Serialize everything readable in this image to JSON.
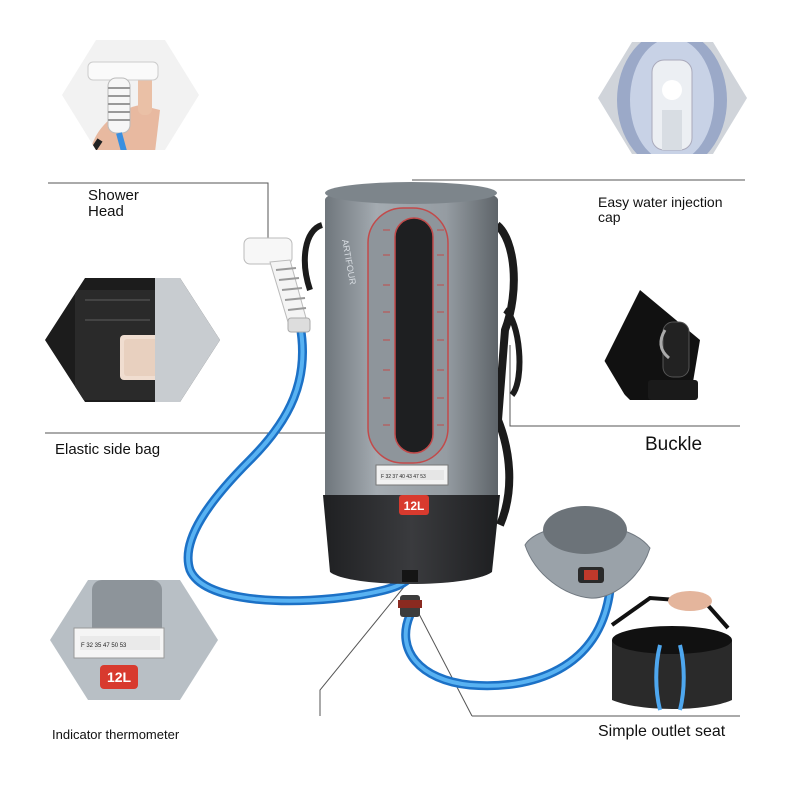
{
  "labels": {
    "shower_head": "Shower Head",
    "water_cap": "Easy water injection cap",
    "elastic_bag": "Elastic side bag",
    "buckle": "Buckle",
    "thermometer": "Indicator thermometer",
    "outlet_seat": "Simple outlet seat"
  },
  "product": {
    "capacity_badge": "12L",
    "inset_capacity_badge": "12L",
    "thermo_scale": "F 32 37 40 43 47 53",
    "inset_thermo_scale": "F 32 35 47 50 53",
    "brand_text": "ARTIFOUR"
  },
  "colors": {
    "tank_body": "#8f979e",
    "tank_base": "#2e2f31",
    "hose": "#2f8fe0",
    "badge": "#d83a2e",
    "accent_line": "#c24a4a"
  }
}
